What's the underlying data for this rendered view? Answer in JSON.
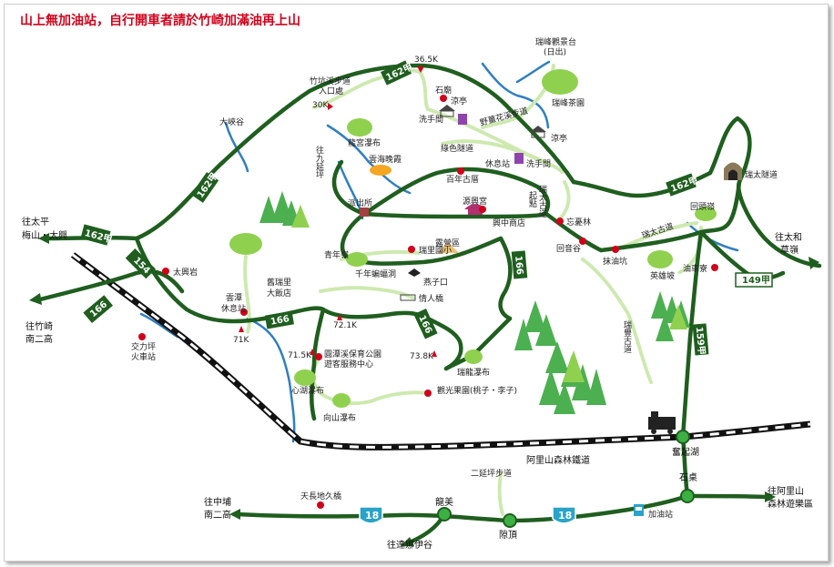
{
  "notice": "山上無加油站，自行開車者請於竹崎加滿油再上山",
  "destinations": {
    "taiping": "往太平",
    "taiping2": "梅山・太興",
    "zhuqi": "往竹崎",
    "zhuqi2": "南二高",
    "taihe": "往太和",
    "taihe2": "草嶺",
    "alishan": "往阿里山",
    "alishan2": "森林遊樂區",
    "zhongpu": "往中埔",
    "zhongpu2": "南二高",
    "danayigu": "往達娜伊谷"
  },
  "routes": {
    "r162jia_top": "162甲",
    "r162jia_left": "162甲",
    "r162jia_w": "162甲",
    "r162jia_e": "162甲",
    "r154": "154",
    "r166_w": "166",
    "r166_mid": "166",
    "r166_c": "166",
    "r166_e": "166",
    "r159": "159甲",
    "r149": "149甲",
    "r18a": "18",
    "r18b": "18"
  },
  "places": {
    "ruifeng_view": "瑞峰觀景台",
    "ruifeng_view2": "(日出)",
    "ruifeng_tea": "瑞峰茶園",
    "zhukeng": "竹坑溪步道",
    "zhukeng2": "入口處",
    "k365": "36.5K",
    "k30": "30K",
    "daxiagu": "大峽谷",
    "shimiao": "石廟",
    "liangting1": "涼亭",
    "xishoujian1": "洗手間",
    "yemanhua": "野薑花溪步道",
    "liangting2": "涼亭",
    "longgong": "龍宮瀑布",
    "zhujiuyanping": "往九延坪",
    "lvse": "綠色隧道",
    "xiuxizhan": "休息站",
    "xishoujian2": "洗手間",
    "yunhai": "雲海晚霞",
    "bainian": "百年古厝",
    "paichusuo": "派出所",
    "yuanxing": "源興宮",
    "xingzhong": "興中商店",
    "ruitai_start": "瑞太古道",
    "ruitai_start2": "起點",
    "wanghu": "忘憂林",
    "huiyin": "回音谷",
    "qingnian": "青年嶺",
    "ruilixiao": "瑞里國小",
    "yanyingqu": "露營區",
    "qiannian": "千年蝙蝠洞",
    "yanzikou": "燕子口",
    "qingren": "情人橋",
    "ruili_hotel": "舊瑞里",
    "ruili_hotel2": "大飯店",
    "k721": "72.1K",
    "taixingyan": "太興岩",
    "yunze": "雲潭",
    "yunze2": "休息站",
    "k71": "71K",
    "k715": "71.5K",
    "park": "圓潭溪保育公園",
    "park2": "遊客服務中心",
    "k738": "73.8K",
    "ruilong": "瑞龍瀑布",
    "xinhu": "心湖瀑布",
    "xiangshan": "向山瀑布",
    "guanguang": "觀光果園(桃子・李子)",
    "jiaoliping": "交力坪",
    "jiaoliping2": "火車站",
    "ruitai_tunnel": "瑞太隧道",
    "huitouling": "回頭嶺",
    "ruitai_trail": "瑞太古道",
    "laojiao": "抹油坑",
    "yingxiong": "英雄坡",
    "youchepo": "油車寮",
    "ruitai_ancient": "瑞豐古道",
    "fenqihu": "奮起湖",
    "railway": "阿里山森林鐵道",
    "tianchang": "天長地久橋",
    "eryanping": "二延坪步道",
    "longmei": "龍美",
    "longmei2": "隙頂",
    "shizhuo": "石桌",
    "gas": "加油站"
  },
  "colors": {
    "road": "#1f5e1f",
    "trail": "#cde9b0",
    "river": "#2f7fc1",
    "poi": "#d0021b",
    "route_sign": "#1f5e1f",
    "highway_shield": "#2aa3c9",
    "tree_green": "#4caf50",
    "tree_light": "#8fd14f"
  }
}
